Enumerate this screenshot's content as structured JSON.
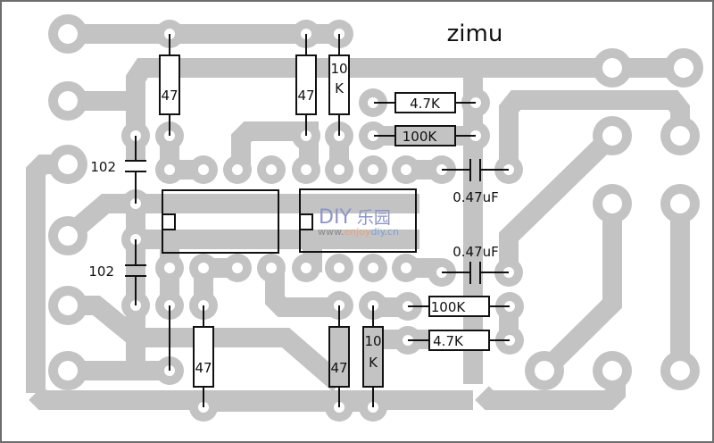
{
  "title": "zimu",
  "watermark": {
    "logo_text": "DIY",
    "logo_cn": "乐园",
    "url_prefix": "www.",
    "url_mid": "enjoy",
    "url_suffix": "diy.cn",
    "colors": {
      "logo": "#8e94c8",
      "prefix": "#8a8a8a",
      "mid": "#e8a07a",
      "suffix": "#7aa0d8"
    }
  },
  "colors": {
    "copper": "#c3c3c3",
    "ink": "#111111",
    "background": "#ffffff"
  },
  "components": {
    "r_top_left": "47",
    "r_top_mid": "47",
    "r_top_10k_a": "10",
    "r_top_10k_b": "K",
    "r_top_47k": "4.7K",
    "r_top_100k": "100K",
    "c_top_047": "0.47uF",
    "c_left_top": "102",
    "c_left_bottom": "102",
    "c_bottom_047": "0.47uF",
    "r_bottom_100k": "100K",
    "r_bottom_47k": "4.7K",
    "r_bottom_left": "47",
    "r_bottom_mid": "47",
    "r_bottom_10k_a": "10",
    "r_bottom_10k_b": "K"
  }
}
